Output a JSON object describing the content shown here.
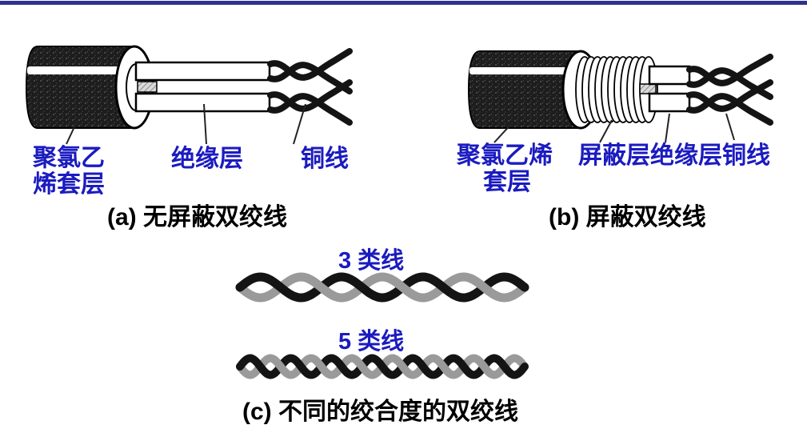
{
  "page": {
    "top_bar_color": "#2E3192",
    "background_color": "#FFFFFF",
    "label_color": "#1B1BC0",
    "caption_color": "#000000",
    "wire_black": "#141414",
    "wire_gray": "#9A9A9A"
  },
  "panel_a": {
    "caption": "(a) 无屏蔽双绞线",
    "labels": {
      "sheath_line1": "聚氯乙",
      "sheath_line2": "烯套层",
      "insulation": "绝缘层",
      "copper": "铜线"
    }
  },
  "panel_b": {
    "caption": "(b) 屏蔽双绞线",
    "labels": {
      "sheath_line1": "聚氯乙烯",
      "sheath_line2": "套层",
      "shield": "屏蔽层",
      "insulation": "绝缘层",
      "copper": "铜线"
    }
  },
  "panel_c": {
    "cat3_label": "3 类线",
    "cat5_label": "5 类线",
    "caption": "(c) 不同的绞合度的双绞线"
  }
}
